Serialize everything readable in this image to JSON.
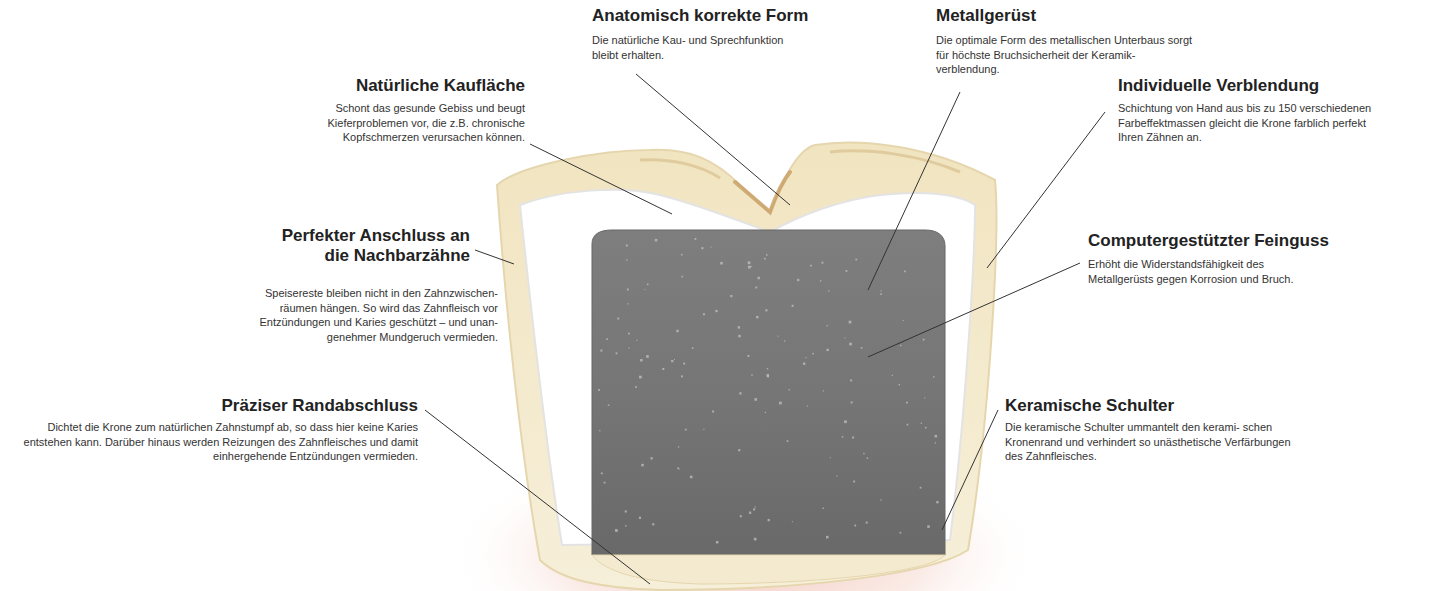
{
  "diagram": {
    "labels": [
      "Anatomisch korrekte Form",
      "Die natürliche Kau- und Sprechfunktion bleibt erhalten.",
      "Metallgerüst",
      "Die optimale Form des metallischen Unterbaus sorgt für höchste Bruchsicherheit der Keramik- verblendung.",
      "Natürliche Kaufläche",
      "Schont das gesunde Gebiss und beugt Kieferproblemen vor, die z.B. chronische Kopfschmerzen verursachen können.",
      "Individuelle Verblendung",
      "Schichtung von Hand aus bis zu 150 verschiedenen Farbeffektmassen gleicht die Krone farblich perfekt Ihren Zähnen an.",
      "Perfekter Anschluss an die Nachbarzähne",
      "Speisereste bleiben nicht in den Zahnzwischen- räumen hängen. So wird das Zahnfleisch vor Entzündungen und Karies geschützt – und unan- genehmer Mundgeruch vermieden.",
      "Computergestützter Feinguss",
      "Erhöht die Widerstandsfähigkeit des Metallgerüsts gegen Korrosion und Bruch.",
      "Präziser Randabschluss",
      "Dichtet die Krone zum natürlichen Zahnstumpf ab, so dass hier keine Karies entstehen kann. Darüber hinaus werden Reizungen des Zahnfleisches und damit einhergehende Entzündungen vermieden.",
      "Keramische Schulter",
      "Die keramische Schulter ummantelt den kerami- schen Kronenrand und verhindert so unästhetische Verfärbungen des Zahnfleisches."
    ]
  }
}
